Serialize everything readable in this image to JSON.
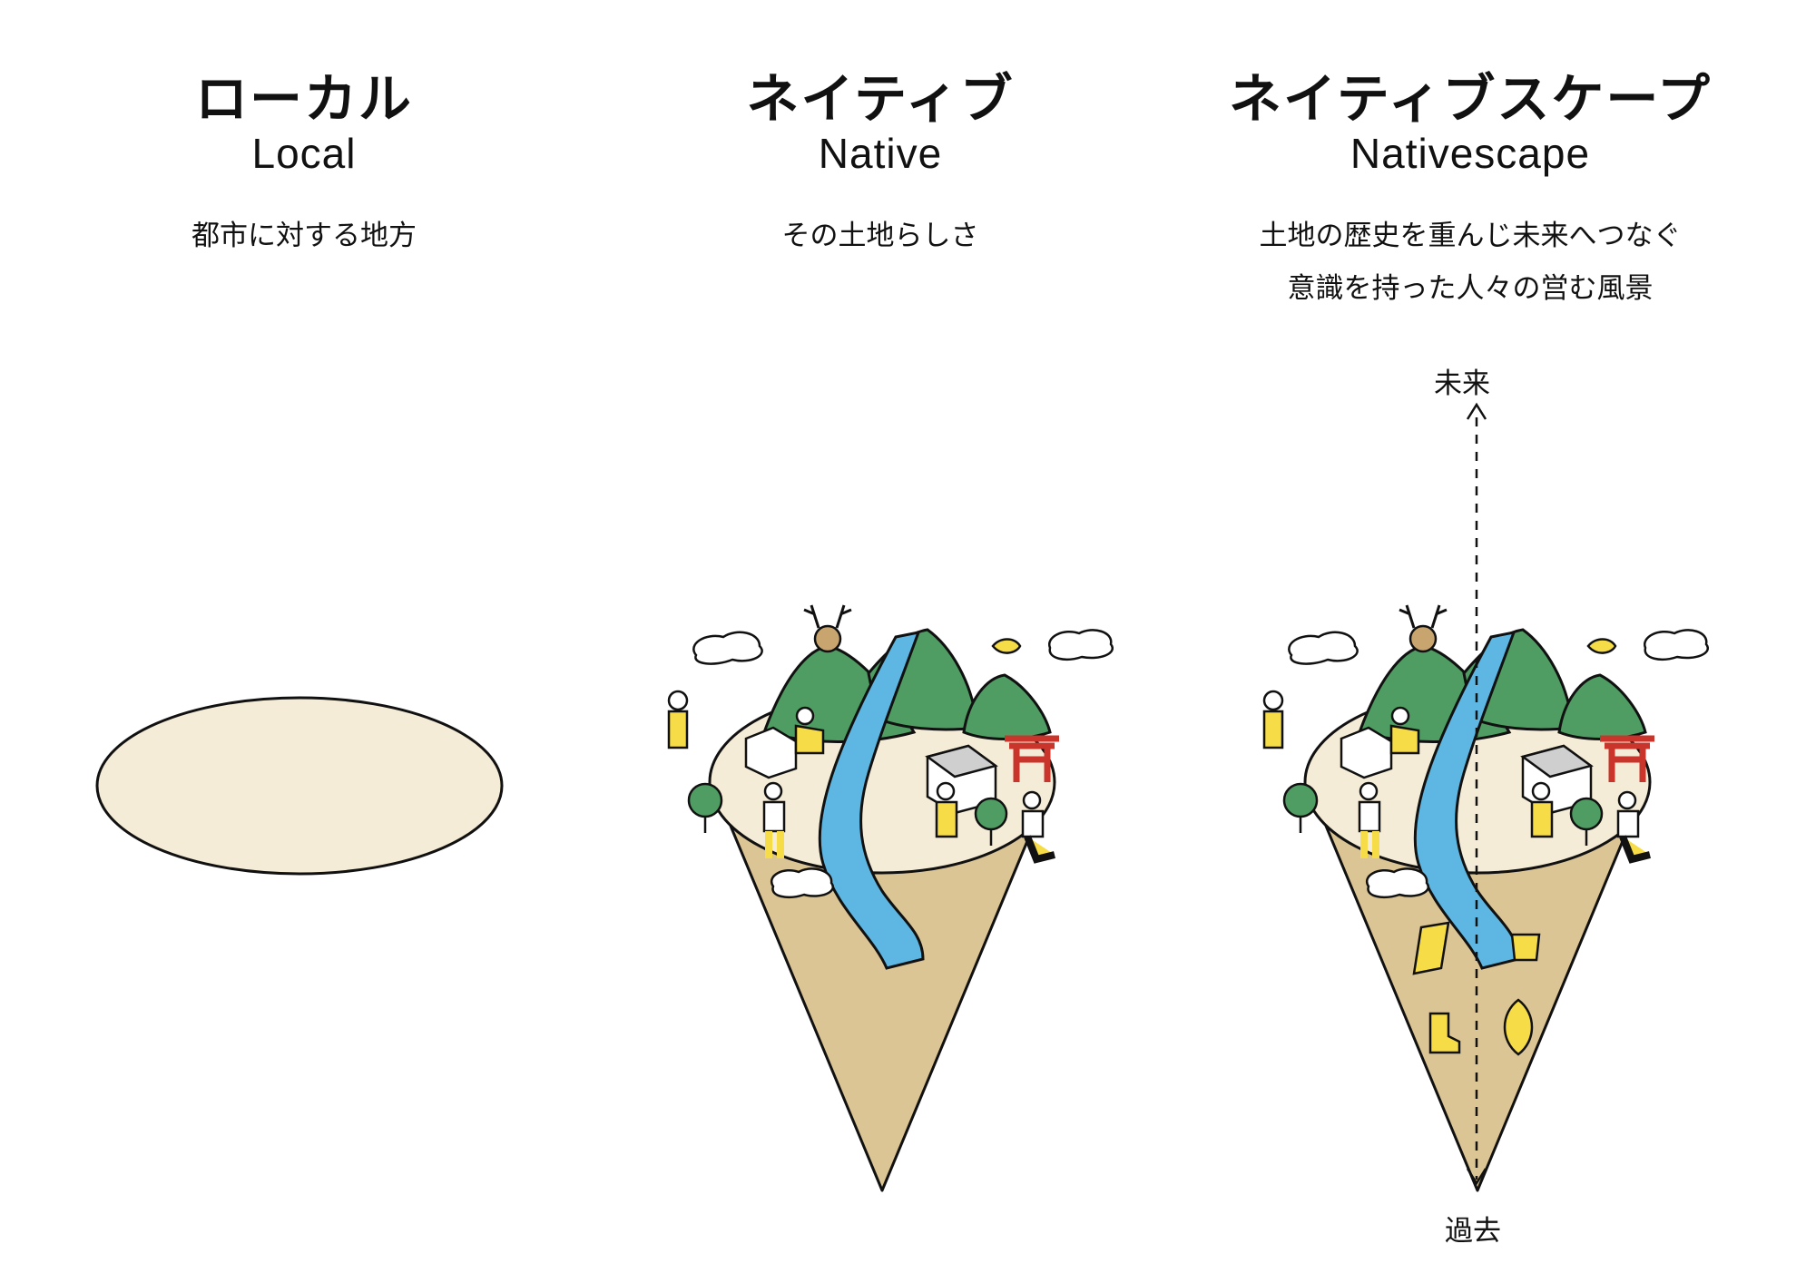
{
  "columns": [
    {
      "title_jp": "ローカル",
      "title_en": "Local",
      "description": [
        "都市に対する地方"
      ]
    },
    {
      "title_jp": "ネイティブ",
      "title_en": "Native",
      "description": [
        "その土地らしさ"
      ]
    },
    {
      "title_jp": "ネイティブスケープ",
      "title_en": "Nativescape",
      "description": [
        "土地の歴史を重んじ未来へつなぐ",
        "意識を持った人々の営む風景"
      ]
    }
  ],
  "timeline": {
    "top_label": "未来",
    "bottom_label": "過去"
  },
  "colors": {
    "plate": "#f5ecd7",
    "soil": "#dcc594",
    "mountain": "#4f9d63",
    "river": "#5db7e2",
    "accent_yellow": "#f6dc47",
    "torii": "#c9352b",
    "ink": "#111111"
  }
}
